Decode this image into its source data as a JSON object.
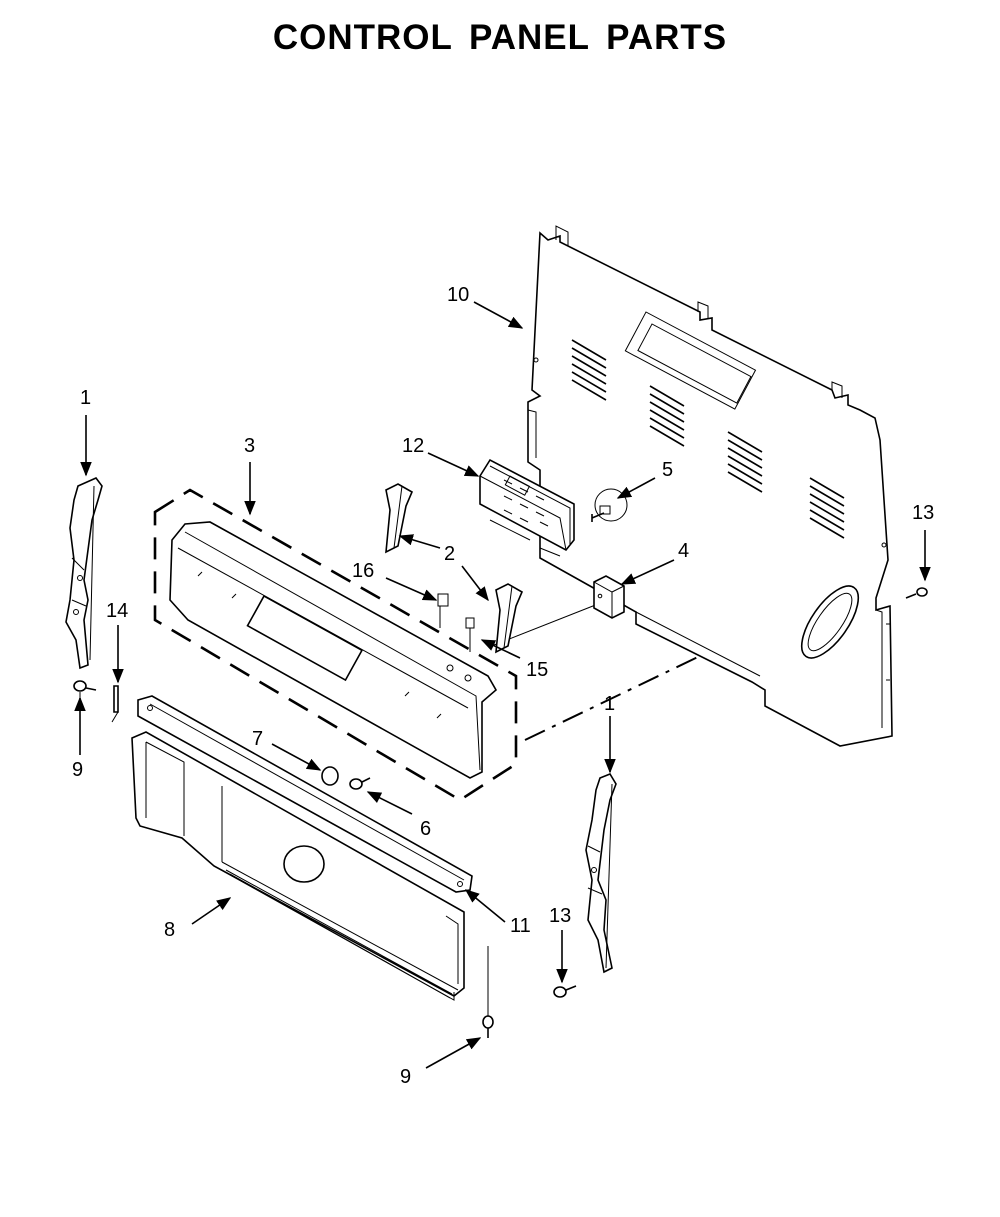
{
  "title": "CONTROL PANEL PARTS",
  "callouts": {
    "c1_left": "1",
    "c1_right": "1",
    "c2": "2",
    "c3": "3",
    "c4": "4",
    "c5": "5",
    "c6": "6",
    "c7": "7",
    "c8": "8",
    "c9_left": "9",
    "c9_bottom": "9",
    "c10": "10",
    "c11": "11",
    "c12": "12",
    "c13_right": "13",
    "c13_bottom": "13",
    "c14": "14",
    "c15": "15",
    "c16": "16"
  }
}
